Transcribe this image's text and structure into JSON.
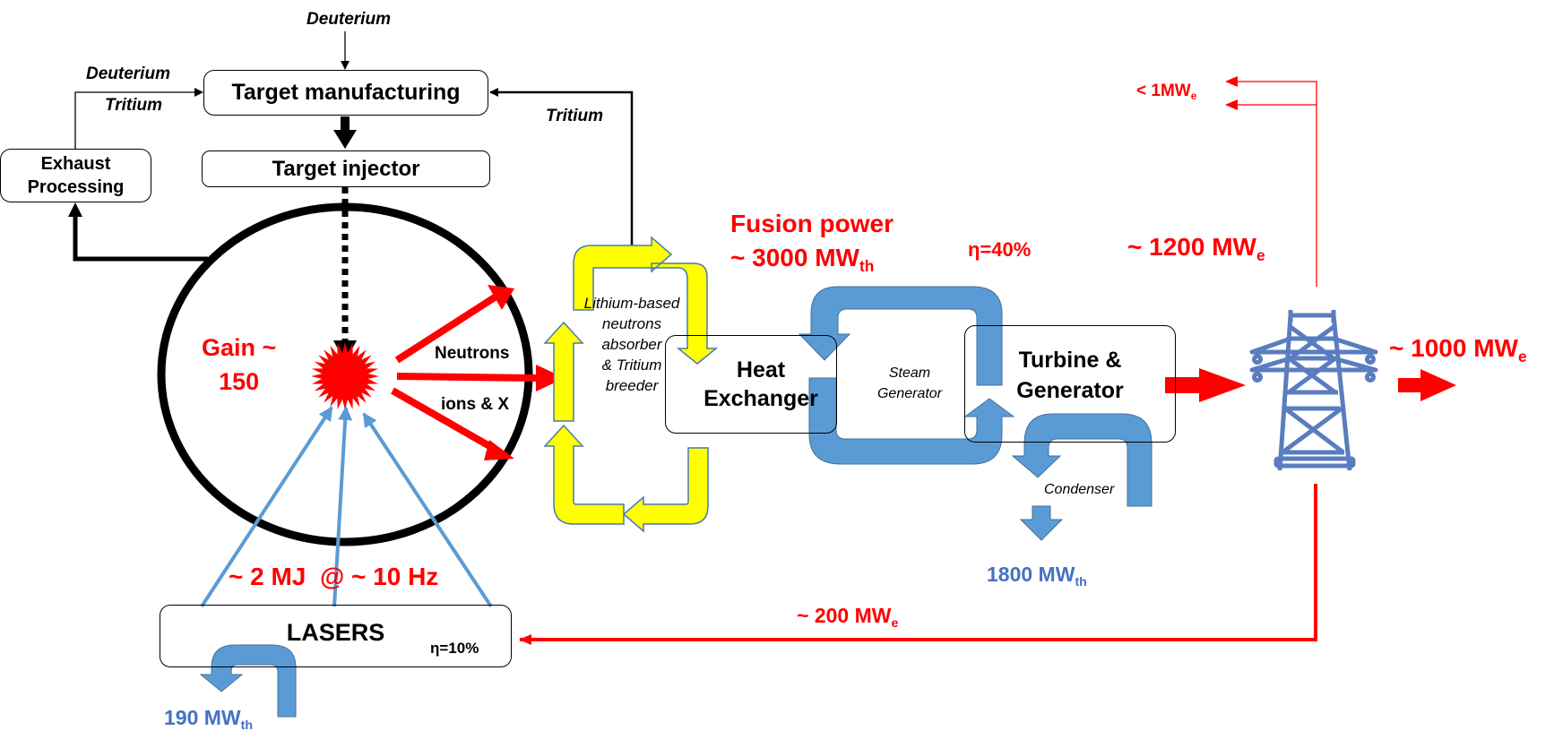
{
  "colors": {
    "red": "#ff0000",
    "black": "#000000",
    "yellow": "#ffff00",
    "yellow_outline": "#4a7ab0",
    "blue_arrow": "#5b9bd5",
    "blue_arrow_outline": "#41719c",
    "blue_text": "#4472c4",
    "tower": "#5a7dbf"
  },
  "boxes": {
    "target_manufacturing": "Target manufacturing",
    "target_injector": "Target injector",
    "exhaust_processing_line1": "Exhaust",
    "exhaust_processing_line2": "Processing",
    "heat_exchanger_line1": "Heat",
    "heat_exchanger_line2": "Exchanger",
    "turbine_line1": "Turbine &",
    "turbine_line2": "Generator",
    "lasers": "LASERS"
  },
  "labels": {
    "deuterium_top": "Deuterium",
    "deuterium_left": "Deuterium",
    "tritium_left": "Tritium",
    "tritium_right": "Tritium",
    "gain_line1": "Gain ~",
    "gain_line2": "150",
    "neutrons": "Neutrons",
    "ions_x": "ions & X",
    "blanket_lines": [
      "Lithium-based",
      "neutrons",
      "absorber",
      "& Tritium",
      "breeder"
    ],
    "steam_generator_line1": "Steam",
    "steam_generator_line2": "Generator",
    "condenser": "Condenser",
    "fusion_power_line1": "Fusion power",
    "fusion_power_value": "~ 3000 MW",
    "fusion_power_sub": "th",
    "eta_turbine": "η=40%",
    "gross_electric_value": "~ 1200 MW",
    "gross_electric_sub": "e",
    "aux_value": "< 1MW",
    "aux_sub": "e",
    "net_value": "~ 1000 MW",
    "net_sub": "e",
    "recirc_value": "~ 200 MW",
    "recirc_sub": "e",
    "condenser_loss_value": "1800 MW",
    "condenser_loss_sub": "th",
    "laser_energy": "~ 2 MJ  @ ~ 10 Hz",
    "eta_laser": "η=10%",
    "laser_loss_value": "190 MW",
    "laser_loss_sub": "th"
  }
}
